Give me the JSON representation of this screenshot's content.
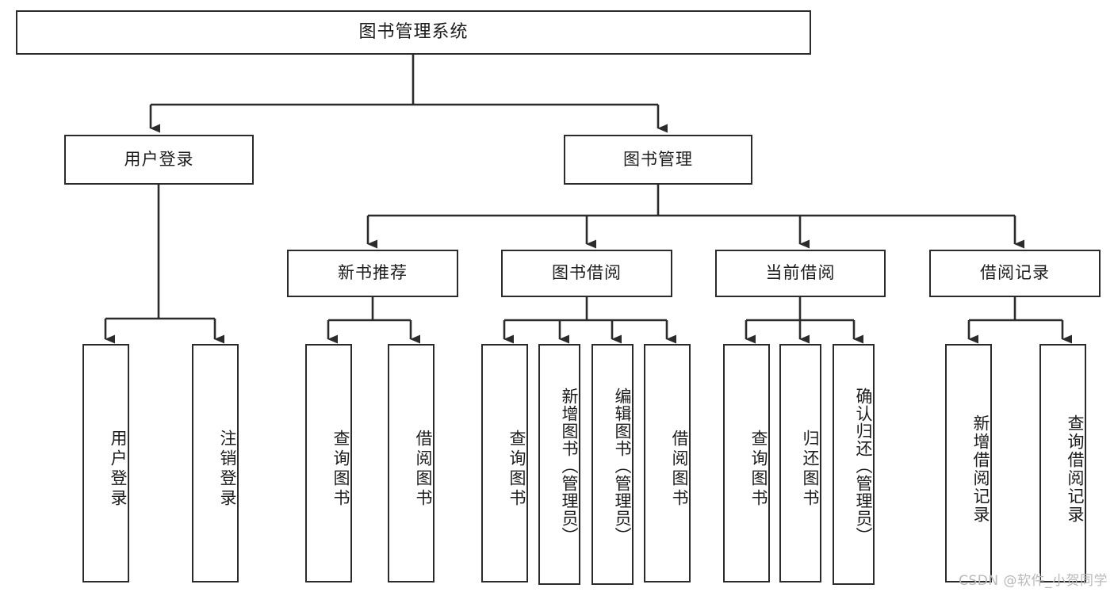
{
  "diagram": {
    "title": "图书管理系统",
    "type": "tree-hierarchy",
    "root": {
      "label": "图书管理系统"
    },
    "level2": [
      {
        "label": "用户登录"
      },
      {
        "label": "图书管理"
      }
    ],
    "level3": [
      {
        "label": "新书推荐"
      },
      {
        "label": "图书借阅"
      },
      {
        "label": "当前借阅"
      },
      {
        "label": "借阅记录"
      }
    ],
    "leaves": [
      {
        "label": "用户登录",
        "parent": "用户登录"
      },
      {
        "label": "注销登录",
        "parent": "用户登录"
      },
      {
        "label": "查询图书",
        "parent": "新书推荐"
      },
      {
        "label": "借阅图书",
        "parent": "新书推荐"
      },
      {
        "label": "查询图书",
        "parent": "图书借阅"
      },
      {
        "label": "新增图书（管理员）",
        "parent": "图书借阅"
      },
      {
        "label": "编辑图书（管理员）",
        "parent": "图书借阅"
      },
      {
        "label": "借阅图书",
        "parent": "图书借阅"
      },
      {
        "label": "查询图书",
        "parent": "当前借阅"
      },
      {
        "label": "归还图书",
        "parent": "当前借阅"
      },
      {
        "label": "确认归还（管理员）",
        "parent": "当前借阅"
      },
      {
        "label": "新增借阅记录",
        "parent": "借阅记录"
      },
      {
        "label": "查询借阅记录",
        "parent": "借阅记录"
      }
    ],
    "colors": {
      "stroke": "#2b2b2b",
      "fill": "#ffffff",
      "text": "#1c1c1c",
      "watermark": "#b9b9b9"
    }
  },
  "watermark": {
    "text": "CSDN @软件_小贺同学"
  }
}
